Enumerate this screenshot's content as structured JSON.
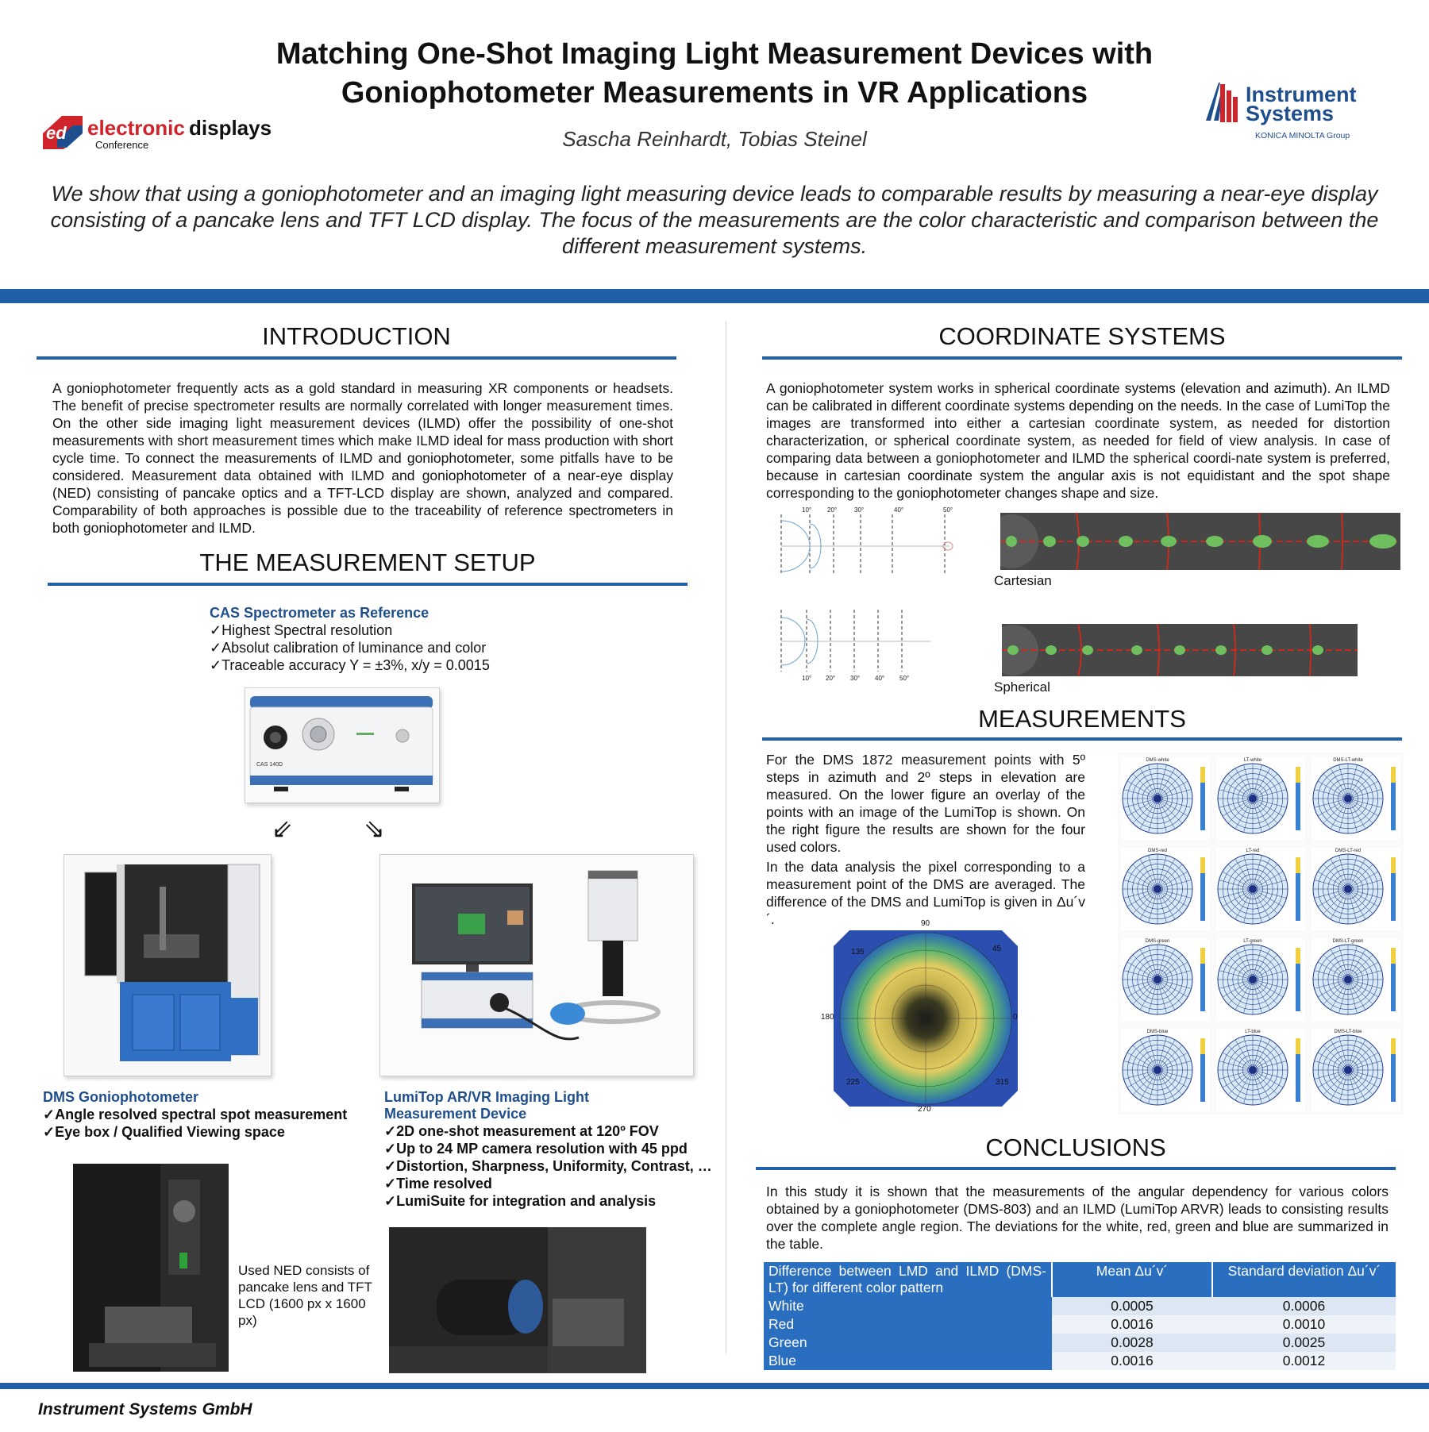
{
  "header": {
    "title_line1": "Matching One-Shot Imaging Light Measurement Devices with",
    "title_line2": "Goniophotometer Measurements in VR Applications",
    "authors": "Sascha Reinhardt, Tobias Steinel",
    "abstract": "We show that using a goniophotometer and an imaging light measuring device leads to comparable results by measuring a near-eye display consisting of a pancake lens and TFT LCD display. The focus of the measurements are the color characteristic and comparison between the different measurement systems.",
    "logo_left": {
      "badge": "ed",
      "word1": "electronic",
      "word2": "displays",
      "sub": "Conference"
    },
    "logo_right": {
      "line1": "Instrument",
      "line2": "Systems",
      "sub": "KONICA MINOLTA Group"
    }
  },
  "colors": {
    "accent": "#2060a8",
    "blue_text": "#1f4e8c",
    "logo_red": "#d0232a",
    "table_head": "#2a6ec0"
  },
  "introduction": {
    "heading": "INTRODUCTION",
    "text": "A goniophotometer frequently acts as a gold standard in measuring XR components or headsets. The benefit of precise spectrometer results are normally correlated with longer measurement times. On the other side imaging light measurement devices (ILMD) offer the possibility of one-shot measurements with short measurement times which make ILMD ideal for mass production with short cycle time. To connect the measurements of ILMD and goniophotometer, some pitfalls  have to be considered. Measurement data obtained with ILMD and goniophotometer of a near-eye display (NED) consisting of pancake optics and a TFT-LCD display are shown, analyzed and compared. Comparability of both approaches is possible due to the traceability of reference spectrometers in both goniophotometer and ILMD."
  },
  "setup": {
    "heading": "THE MEASUREMENT SETUP",
    "cas_title": "CAS Spectrometer as Reference",
    "cas_items": [
      "Highest Spectral resolution",
      "Absolut calibration of luminance and color",
      "Traceable accuracy Y = ±3%, x/y = 0.0015"
    ],
    "cas_device_label": "CAS 140D",
    "dms_title": "DMS Goniophotometer",
    "dms_items": [
      "Angle resolved spectral spot measurement",
      "Eye box / Qualified Viewing space"
    ],
    "lumitop_title_line1": "LumiTop AR/VR Imaging Light",
    "lumitop_title_line2": "Measurement Device",
    "lumitop_items": [
      "2D one-shot measurement at 120º FOV",
      "Up to 24 MP camera resolution with 45 ppd",
      "Distortion, Sharpness, Uniformity, Contrast, …",
      "Time resolved",
      "LumiSuite for integration and analysis"
    ],
    "ned_caption": "Used NED consists of pancake lens and TFT LCD (1600 px x 1600 px)"
  },
  "coordinates": {
    "heading": "COORDINATE SYSTEMS",
    "text": "A goniophotometer system works in spherical coordinate systems (elevation and azimuth). An ILMD can be calibrated in different coordinate systems depending on the needs. In the case of LumiTop the images are transformed into either a cartesian coordinate system, as needed for distortion characterization, or spherical coordinate system, as needed for field of view analysis. In case of comparing data between a goniophotometer and ILMD the spherical coordi-nate system is preferred, because in cartesian coordinate system the angular axis is not equidistant and the spot shape corresponding to the goniophotometer changes shape and size.",
    "angle_labels": [
      "10°",
      "20°",
      "30°",
      "40°",
      "50°"
    ],
    "cartesian_label": "Cartesian",
    "spherical_label": "Spherical"
  },
  "measurements": {
    "heading": "MEASUREMENTS",
    "text1": "For the DMS 1872 measurement points with 5º steps in azimuth and 2º steps in elevation are measured. On the lower figure an overlay of the points with an image of the LumiTop is shown. On the right figure the results are shown for the four used colors.",
    "text2": "In the data analysis the pixel corresponding to a measurement point of the DMS are averaged. The difference of the DMS and  LumiTop is given in Δu´v´.",
    "polar_labels": {
      "top": "90",
      "tl": "135",
      "tr": "45",
      "left": "180",
      "right": "0",
      "bl": "225",
      "br": "315",
      "bottom": "270"
    },
    "grid_titles": [
      [
        "DMS-white",
        "LT-white",
        "DMS-LT-white"
      ],
      [
        "DMS-red",
        "LT-red",
        "DMS-LT-red"
      ],
      [
        "DMS-green",
        "LT-green",
        "DMS-LT-green"
      ],
      [
        "DMS-blue",
        "LT-blue",
        "DMS-LT-blue"
      ]
    ]
  },
  "conclusions": {
    "heading": "CONCLUSIONS",
    "text": "In this study it is shown that the measurements of the angular dependency for various colors obtained by a goniophotometer (DMS-803) and an ILMD (LumiTop ARVR) leads to consisting results over the complete angle region. The deviations for the white, red, green and blue are summarized in the table.",
    "table": {
      "headers": [
        "Difference between LMD and ILMD (DMS-LT) for different color pattern",
        "Mean Δu´v´",
        "Standard deviation Δu´v´"
      ],
      "rows": [
        {
          "label": "White",
          "mean": "0.0005",
          "std": "0.0006"
        },
        {
          "label": "Red",
          "mean": "0.0016",
          "std": "0.0010"
        },
        {
          "label": "Green",
          "mean": "0.0028",
          "std": "0.0025"
        },
        {
          "label": "Blue",
          "mean": "0.0016",
          "std": "0.0012"
        }
      ]
    }
  },
  "footer": {
    "company": "Instrument Systems GmbH"
  }
}
